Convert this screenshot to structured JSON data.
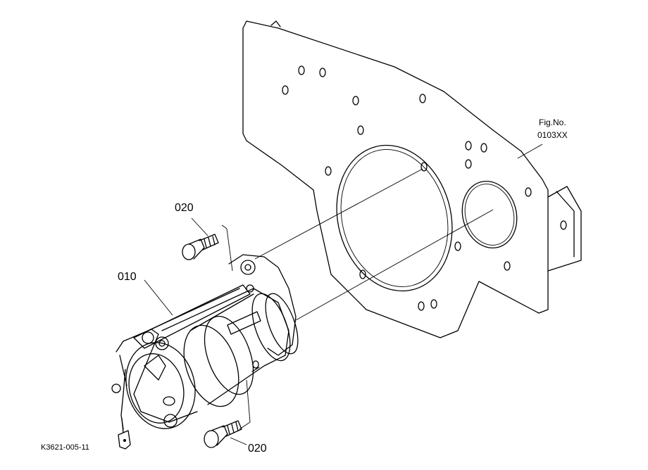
{
  "labels": {
    "part_010": "010",
    "part_020_top": "020",
    "part_020_bottom": "020",
    "fig_no_line1": "Fig.No.",
    "fig_no_line2": "0103XX",
    "drawing_code": "K3621-005-11"
  },
  "icons": {
    "plate": "engine-plate-icon",
    "starter": "starter-motor-icon",
    "bolt": "bolt-icon"
  },
  "colors": {
    "ink": "#000000",
    "paper": "#ffffff"
  }
}
